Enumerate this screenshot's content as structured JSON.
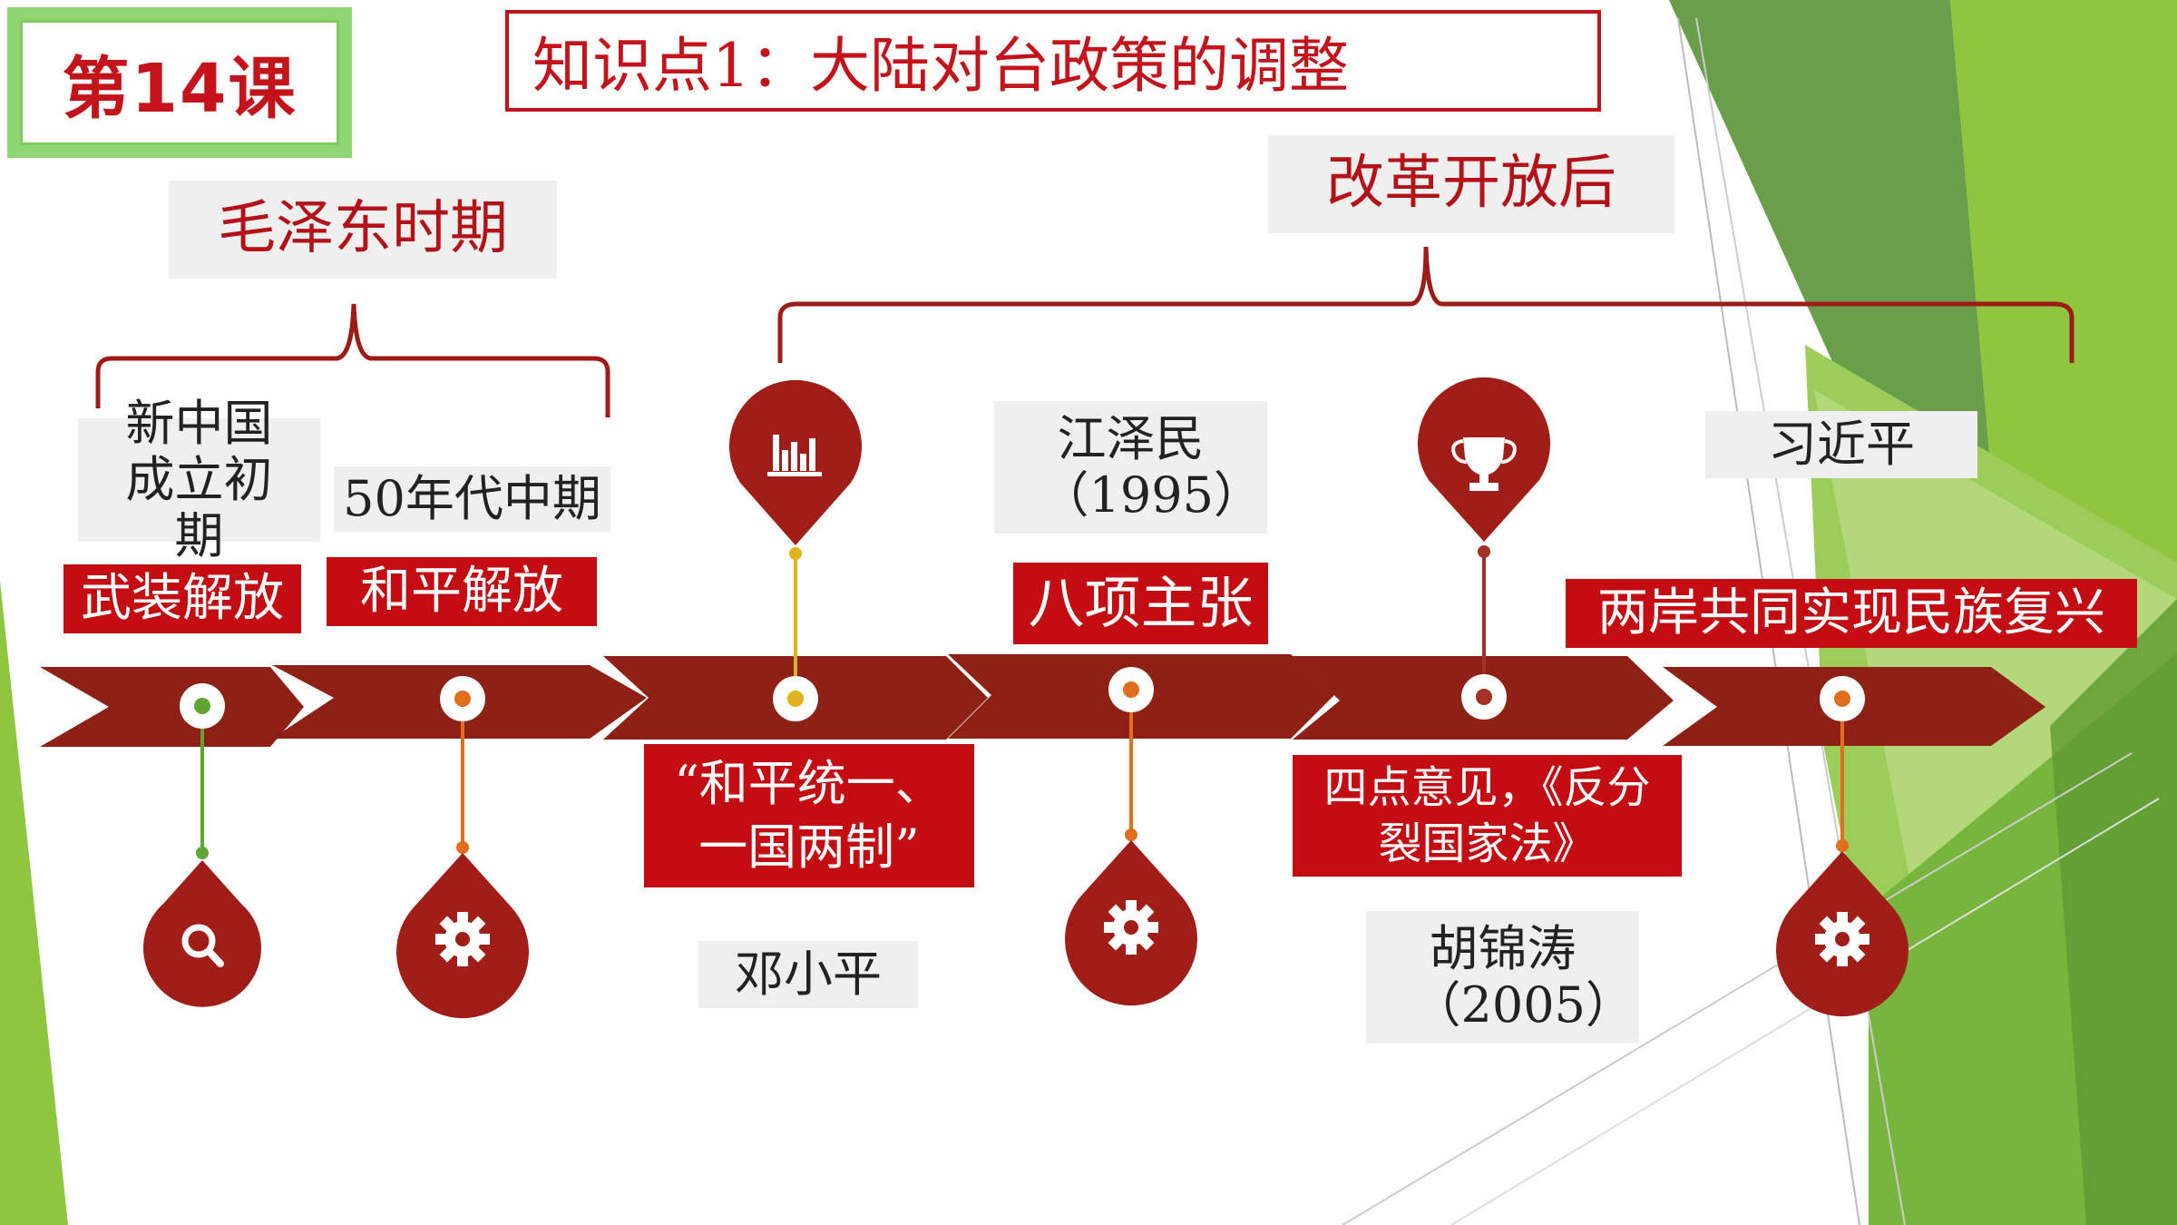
{
  "lesson": {
    "label": "第14课"
  },
  "title": "知识点1：大陆对台政策的调整",
  "eras": {
    "mao": "毛泽东时期",
    "reform": "改革开放后"
  },
  "periods": {
    "founding": "新中国成立初期",
    "fifties": "50年代中期",
    "jiang": "江泽民（1995）",
    "hu": "胡锦涛（2005）",
    "xi": "习近平",
    "deng": "邓小平"
  },
  "policies": {
    "armed": "武装解放",
    "peaceful": "和平解放",
    "one_country": "“和平统一、一国两制”",
    "eight_points": "八项主张",
    "four_points": "四点意见，《反分裂国家法》",
    "rejuvenation": "两岸共同实现民族复兴"
  },
  "icons": {
    "pin_deng": "bar-chart-icon",
    "pin_hu": "trophy-icon",
    "drop_1": "search-icon",
    "drop_2": "gear-icon",
    "drop_4": "gear-icon",
    "drop_6": "gear-icon"
  },
  "colors": {
    "dark_red": "#8e2016",
    "accent_red": "#c4131b",
    "green": "#8bc34a"
  }
}
